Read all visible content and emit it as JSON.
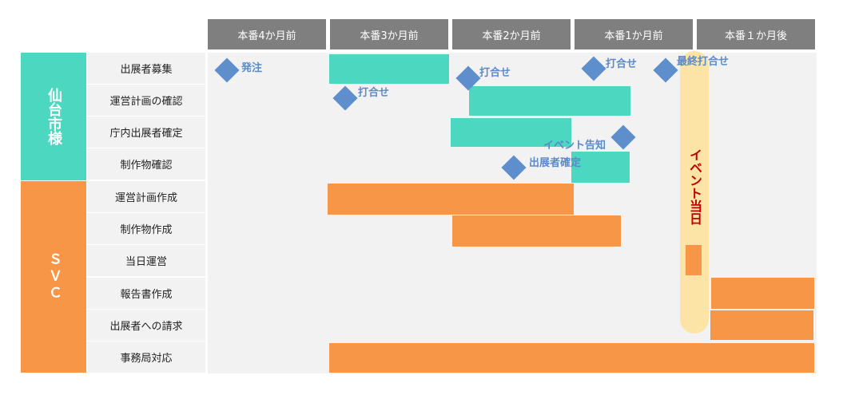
{
  "columns": [
    "本番4か月前",
    "本番3か月前",
    "本番2か月前",
    "本番1か月前",
    "本番１か月後"
  ],
  "groups": {
    "sendai": {
      "label": "仙台市様",
      "color": "#4cd7c0"
    },
    "svc": {
      "label": "ＳＶＣ",
      "color": "#f79646"
    }
  },
  "rows": [
    "出展者募集",
    "運営計画の確認",
    "庁内出展者確定",
    "制作物確認",
    "運営計画作成",
    "制作物作成",
    "当日運営",
    "報告書作成",
    "出展者への請求",
    "事務局対応"
  ],
  "milestones": [
    "発注",
    "打合せ",
    "打合せ",
    "打合せ",
    "最終打合せ",
    "イベント告知",
    "出展者確定"
  ],
  "event_day": "イベント当日",
  "colors": {
    "header": "#7f7f7f",
    "teal": "#4cd7c0",
    "orange": "#f79646",
    "diamond": "#5e8fcc",
    "milestone_text": "#5b8ac9",
    "event_band": "#fce4a6",
    "event_text": "#c00000"
  }
}
